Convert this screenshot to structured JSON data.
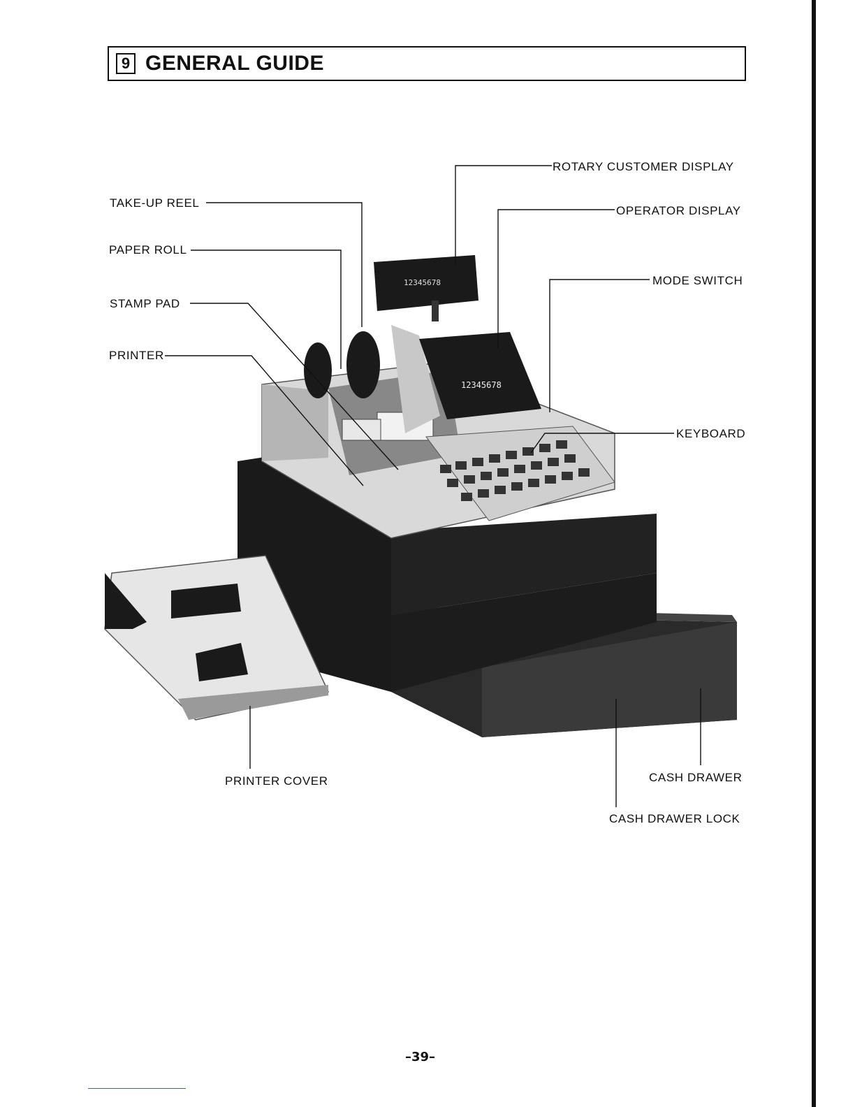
{
  "header": {
    "section_number": "9",
    "title": "GENERAL GUIDE"
  },
  "labels": {
    "rotary_customer_display": "ROTARY CUSTOMER DISPLAY",
    "take_up_reel": "TAKE-UP REEL",
    "operator_display": "OPERATOR DISPLAY",
    "paper_roll": "PAPER ROLL",
    "mode_switch": "MODE SWITCH",
    "stamp_pad": "STAMP PAD",
    "printer": "PRINTER",
    "keyboard": "KEYBOARD",
    "printer_cover": "PRINTER COVER",
    "cash_drawer": "CASH DRAWER",
    "cash_drawer_lock": "CASH DRAWER LOCK"
  },
  "display": {
    "customer_digits": "12345678",
    "operator_digits": "12345678"
  },
  "footer": {
    "page_number": "–39–"
  }
}
